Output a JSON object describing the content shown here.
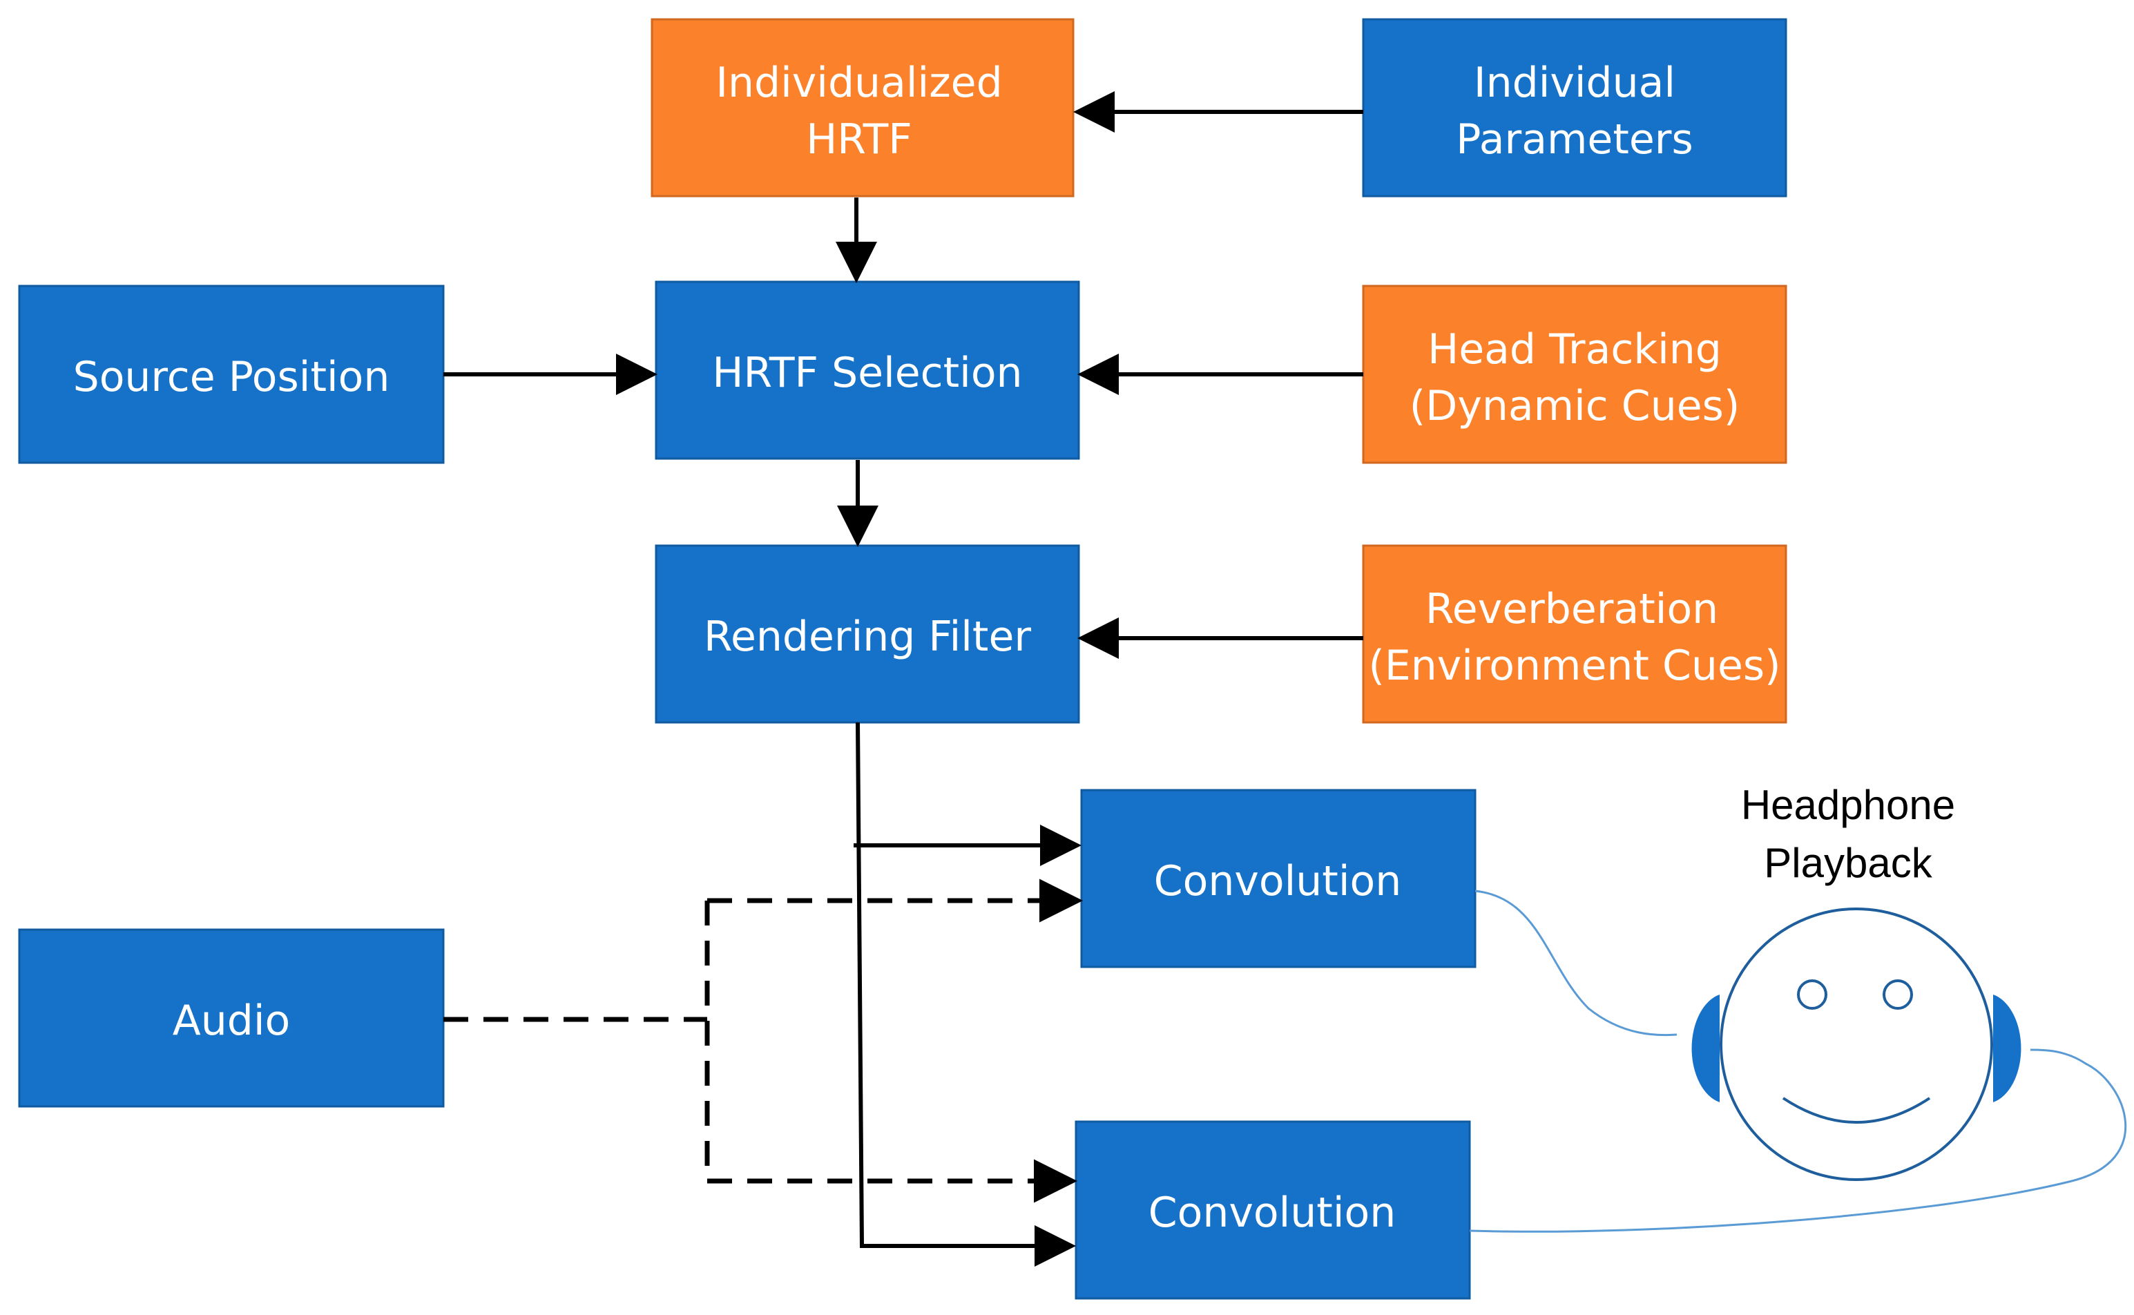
{
  "colors": {
    "blue": "#1672c8",
    "orange": "#fc812b",
    "box_border_blue": "#0f5aa0",
    "box_border_orange": "#d0681f",
    "cable": "#5b9bd5",
    "head_outline": "#1f5e9c",
    "earcup": "#1672c8"
  },
  "boxes": {
    "individualized_hrtf": {
      "line1": "Individualized",
      "line2": "HRTF"
    },
    "individual_parameters": {
      "line1": "Individual",
      "line2": "Parameters"
    },
    "source_position": {
      "label": "Source Position"
    },
    "hrtf_selection": {
      "label": "HRTF Selection"
    },
    "head_tracking": {
      "line1": "Head Tracking",
      "line2": "(Dynamic Cues)"
    },
    "rendering_filter": {
      "label": "Rendering Filter"
    },
    "reverberation": {
      "line1": "Reverberation",
      "line2": "(Environment Cues)"
    },
    "convolution_top": {
      "label": "Convolution"
    },
    "convolution_bottom": {
      "label": "Convolution"
    },
    "audio": {
      "label": "Audio"
    }
  },
  "headphone": {
    "line1": "Headphone",
    "line2": "Playback",
    "icon": "smiley-face-with-headphones"
  }
}
